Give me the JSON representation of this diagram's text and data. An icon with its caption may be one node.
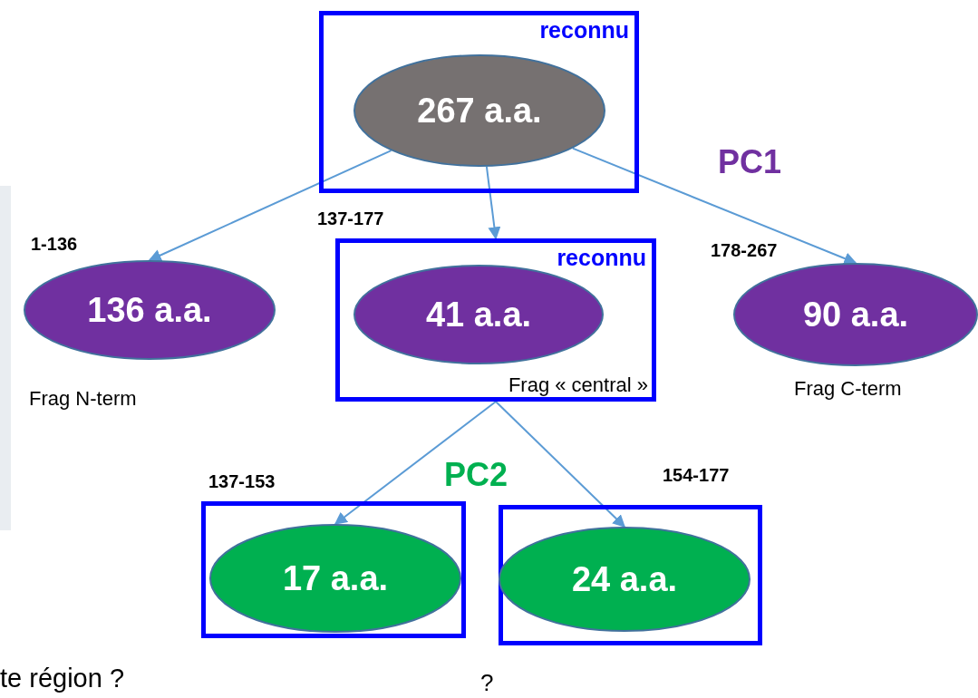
{
  "diagram": {
    "nodes": [
      {
        "text": [
          "reconnu"
        ]
      },
      {
        "text": [
          "267 a.a."
        ],
        "in": 0
      },
      {
        "text": [
          "136 a.a."
        ],
        "beside": [
          "1-136",
          "Frag N-term"
        ]
      },
      {
        "text": [
          "reconnu",
          "Frag « central »"
        ],
        "beside": [
          "137-177"
        ]
      },
      {
        "text": [
          "41 a.a."
        ],
        "in": 3
      },
      {
        "text": [
          "90 a.a."
        ],
        "beside": [
          "178-267",
          "Frag C-term"
        ]
      },
      {
        "text": [],
        "shape": "box",
        "beside": [
          "137-153"
        ]
      },
      {
        "text": [
          "17 a.a."
        ],
        "in": 6
      },
      {
        "text": [],
        "shape": "box",
        "beside": [
          "154-177"
        ]
      },
      {
        "text": [
          "24 a.a."
        ],
        "in": 8
      }
    ],
    "edges": [
      {
        "from": 1,
        "to": 2,
        "arrow": "to"
      },
      {
        "from": 1,
        "to": 3,
        "arrow": "to"
      },
      {
        "from": 1,
        "to": 5,
        "arrow": "to"
      },
      {
        "from": 3,
        "to": 7,
        "arrow": "to"
      },
      {
        "from": 3,
        "to": 9,
        "arrow": "to"
      }
    ],
    "labels": [
      "PC1",
      "PC2",
      "te région ?",
      "?"
    ]
  }
}
